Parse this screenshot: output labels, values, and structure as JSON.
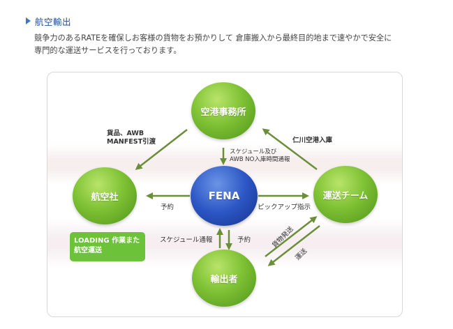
{
  "section": {
    "title": "航空輸出"
  },
  "description": "競争力のあるRATEを確保しお客様の貨物をお預かりして 倉庫搬入から最終目的地まで速やかで安全に\n専門的な運送サービスを行っております。",
  "nodes": {
    "top": "空港事務所",
    "left": "航空社",
    "center": "FENA",
    "right": "運送チーム",
    "bottom": "輸出者"
  },
  "labels": {
    "top_left": "貨品、AWB\nMANFEST引渡",
    "top_right": "仁川空港入庫",
    "top_center": "スケジュール及び\nAWB NO入庫時間通報",
    "left_center": "予約",
    "right_center": "ピックアップ指示",
    "bottom_left": "スケジュール通報",
    "bottom_center": "予約",
    "diag_up": "貨物発送",
    "diag_down": "運送"
  },
  "note_box": "LOADING 作業また\n航空運送",
  "colors": {
    "arrow": "#6b8e3a",
    "green_node": "#7fc235",
    "blue_node": "#2b56c4",
    "title": "#1f4f96"
  }
}
